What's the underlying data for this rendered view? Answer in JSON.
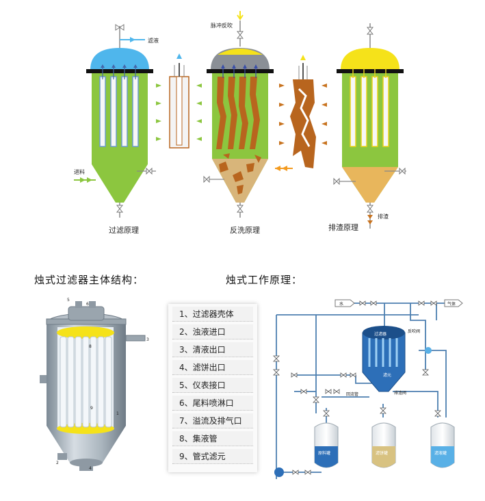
{
  "top": {
    "labels": {
      "filtrate": "滤液",
      "pulse": "脉冲反吹",
      "feed": "进料",
      "discharge": "排渣"
    },
    "captions": {
      "filtration": "过滤原理",
      "backwash": "反洗原理",
      "discharge": "排渣原理"
    }
  },
  "headings": {
    "structure": "烛式过滤器主体结构：",
    "principle": "烛式工作原理："
  },
  "legend": [
    "1、过滤器壳体",
    "2、浊液进口",
    "3、清液出口",
    "4、滤饼出口",
    "5、仪表接口",
    "6、尾料喷淋口",
    "7、溢流及排气口",
    "8、集液管",
    "9、管式滤元"
  ],
  "vessel_numbers": [
    "5",
    "6",
    "3",
    "8",
    "9",
    "1",
    "2",
    "4"
  ],
  "flow": {
    "water": "水",
    "gas": "气体",
    "filter": "过滤器",
    "backblow_valve": "反吹阀",
    "element": "滤元",
    "slag_valve": "排渣阀",
    "return_pipe": "回流管",
    "tanks": [
      "原料罐",
      "滤饼罐",
      "滤液罐"
    ]
  },
  "colors": {
    "green": "#8cc63f",
    "blue": "#4fb6ec",
    "yellow": "#f5e21a",
    "cake": "#b8651e",
    "sand": "#d8b57a",
    "pipe": "#4d7fb0",
    "tank_blue": "#2d6fb8",
    "tank_sand": "#d8c281",
    "tank_light": "#59b0e6"
  }
}
